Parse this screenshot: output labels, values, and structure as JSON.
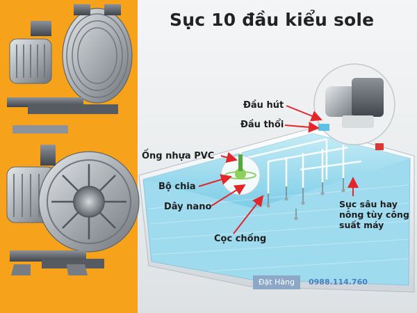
{
  "headline": "Sục 10 đầu kiểu sole",
  "labels": {
    "suction_head": "Đầu hút",
    "blow_head": "Đầu thổi",
    "pvc_pipe": "Ống nhựa PVC",
    "splitter": "Bộ chia",
    "nano_hose": "Dây nano",
    "support_stake": "Cọc chống",
    "deep_aeration": "Sục sâu hay nông tùy công suất máy"
  },
  "order_button": "Đặt Hàng",
  "phone": "0988.114.760",
  "icons": {
    "blower_top": "ring-blower-image",
    "blower_bottom": "ring-blower-image",
    "blower_inset": "blower-closeup-image",
    "pond": "pond-diagram"
  },
  "colors": {
    "left_panel": "#f7a21b",
    "arrow": "#e3262a",
    "order_button": "#8da8c7",
    "phone_text": "#4a7fbf"
  }
}
